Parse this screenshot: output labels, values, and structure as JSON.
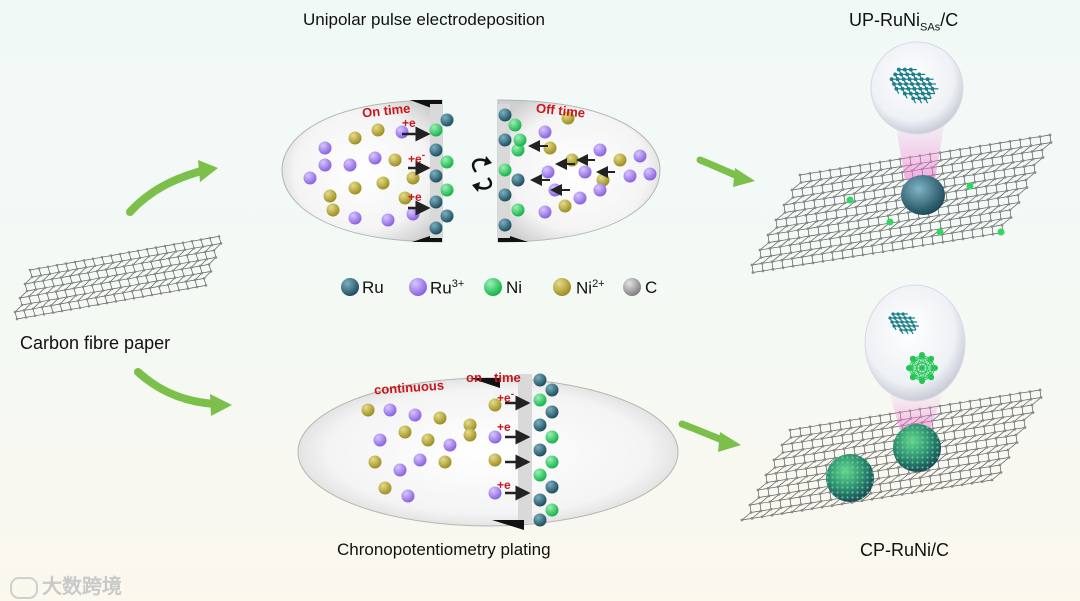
{
  "titles": {
    "top": "Unipolar pulse electrodeposition",
    "bottom": "Chronopotentiometry plating",
    "substrate": "Carbon fibre paper",
    "product_top_main": "UP-RuNi",
    "product_top_sub": "SAs",
    "product_top_tail": "/C",
    "product_bottom": "CP-RuNi/C"
  },
  "annotations": {
    "on_time": "On time",
    "off_time": "Off time",
    "continuous": "continuous",
    "on": "on",
    "time": "time",
    "electron": "+e",
    "electron_minus": "-"
  },
  "legend": [
    {
      "label": "Ru",
      "sup": "",
      "color": "#2b5f70"
    },
    {
      "label": "Ru",
      "sup": "3+",
      "color": "#9b78e8"
    },
    {
      "label": "Ni",
      "sup": "",
      "color": "#22c655"
    },
    {
      "label": "Ni",
      "sup": "2+",
      "color": "#b4a433"
    },
    {
      "label": "C",
      "sup": "",
      "color": "#9a9a9a"
    }
  ],
  "watermark": "大数跨境",
  "colors": {
    "ru": "#2b5f70",
    "ru3": "#9b78e8",
    "ni": "#22c655",
    "ni2": "#b4a433",
    "carbon": "#8a8a8a",
    "arrow_green": "#7cbf4a",
    "red_text": "#c8161d"
  }
}
